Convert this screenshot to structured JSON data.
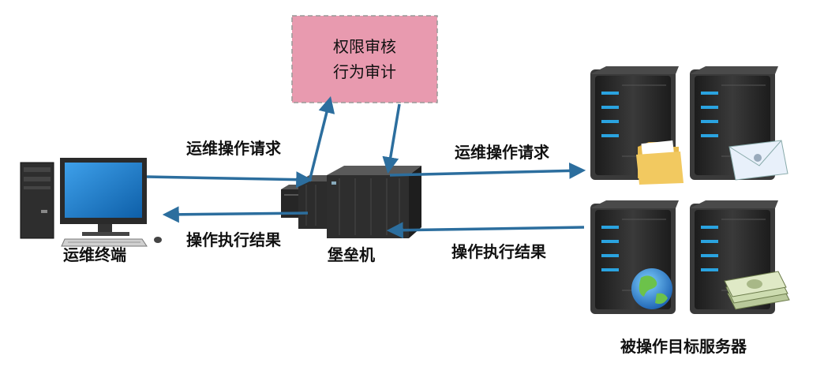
{
  "audit_box": {
    "line1": "权限审核",
    "line2": "行为审计",
    "fill": "#e89aaf",
    "border": "#999999"
  },
  "nodes": {
    "terminal": "运维终端",
    "bastion": "堡垒机",
    "targets": "被操作目标服务器"
  },
  "edges": {
    "left_request": "运维操作请求",
    "left_result": "操作执行结果",
    "right_request": "运维操作请求",
    "right_result": "操作执行结果"
  },
  "colors": {
    "arrow": "#2c6e9e",
    "monitor_screen": "#1a78c8",
    "server_body": "#2b2b2b",
    "server_led": "#2aa3e0"
  },
  "icons": {
    "terminal": "desktop-computer-icon",
    "bastion": "server-rack-icon",
    "server_1": "folder-icon",
    "server_2": "envelope-icon",
    "server_3": "globe-icon",
    "server_4": "money-icon"
  }
}
